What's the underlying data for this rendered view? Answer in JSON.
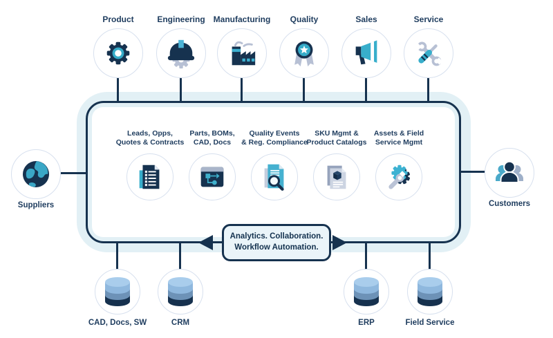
{
  "colors": {
    "navy": "#16324f",
    "teal": "#38aecb",
    "light_blue_band": "#e2f0f5",
    "banner_fill": "#eaf4f9",
    "gray_accent": "#b7c0d4",
    "db_top": "#a9cdec",
    "db_light": "#8fb8de",
    "db_mid": "#6d92b7",
    "db_dark": "#16314e",
    "label_text": "#1e3c5e"
  },
  "top_row": {
    "items": [
      {
        "label": "Product",
        "icon": "gear-icon"
      },
      {
        "label": "Engineering",
        "icon": "hard-hat-icon"
      },
      {
        "label": "Manufacturing",
        "icon": "factory-icon"
      },
      {
        "label": "Quality",
        "icon": "award-ribbon-icon"
      },
      {
        "label": "Sales",
        "icon": "megaphone-icon"
      },
      {
        "label": "Service",
        "icon": "crossed-tools-icon"
      }
    ]
  },
  "platform": {
    "modules": [
      {
        "label": "Leads, Opps,\nQuotes & Contracts",
        "icon": "document-list-icon"
      },
      {
        "label": "Parts, BOMs,\nCAD, Docs",
        "icon": "flowchart-window-icon"
      },
      {
        "label": "Quality Events\n& Reg. Compliance",
        "icon": "document-magnifier-icon"
      },
      {
        "label": "SKU Mgmt &\nProduct Catalogs",
        "icon": "document-cube-icon"
      },
      {
        "label": "Assets & Field\nService Mgmt",
        "icon": "gear-wrench-icon"
      }
    ],
    "banner": "Analytics. Collaboration.\nWorkflow Automation."
  },
  "left_node": {
    "label": "Suppliers",
    "icon": "globe-icon"
  },
  "right_node": {
    "label": "Customers",
    "icon": "people-icon"
  },
  "bottom_row": {
    "items": [
      {
        "label": "CAD, Docs, SW",
        "icon": "database-icon"
      },
      {
        "label": "CRM",
        "icon": "database-icon"
      },
      {
        "label": "ERP",
        "icon": "database-icon"
      },
      {
        "label": "Field Service",
        "icon": "database-icon"
      }
    ]
  }
}
